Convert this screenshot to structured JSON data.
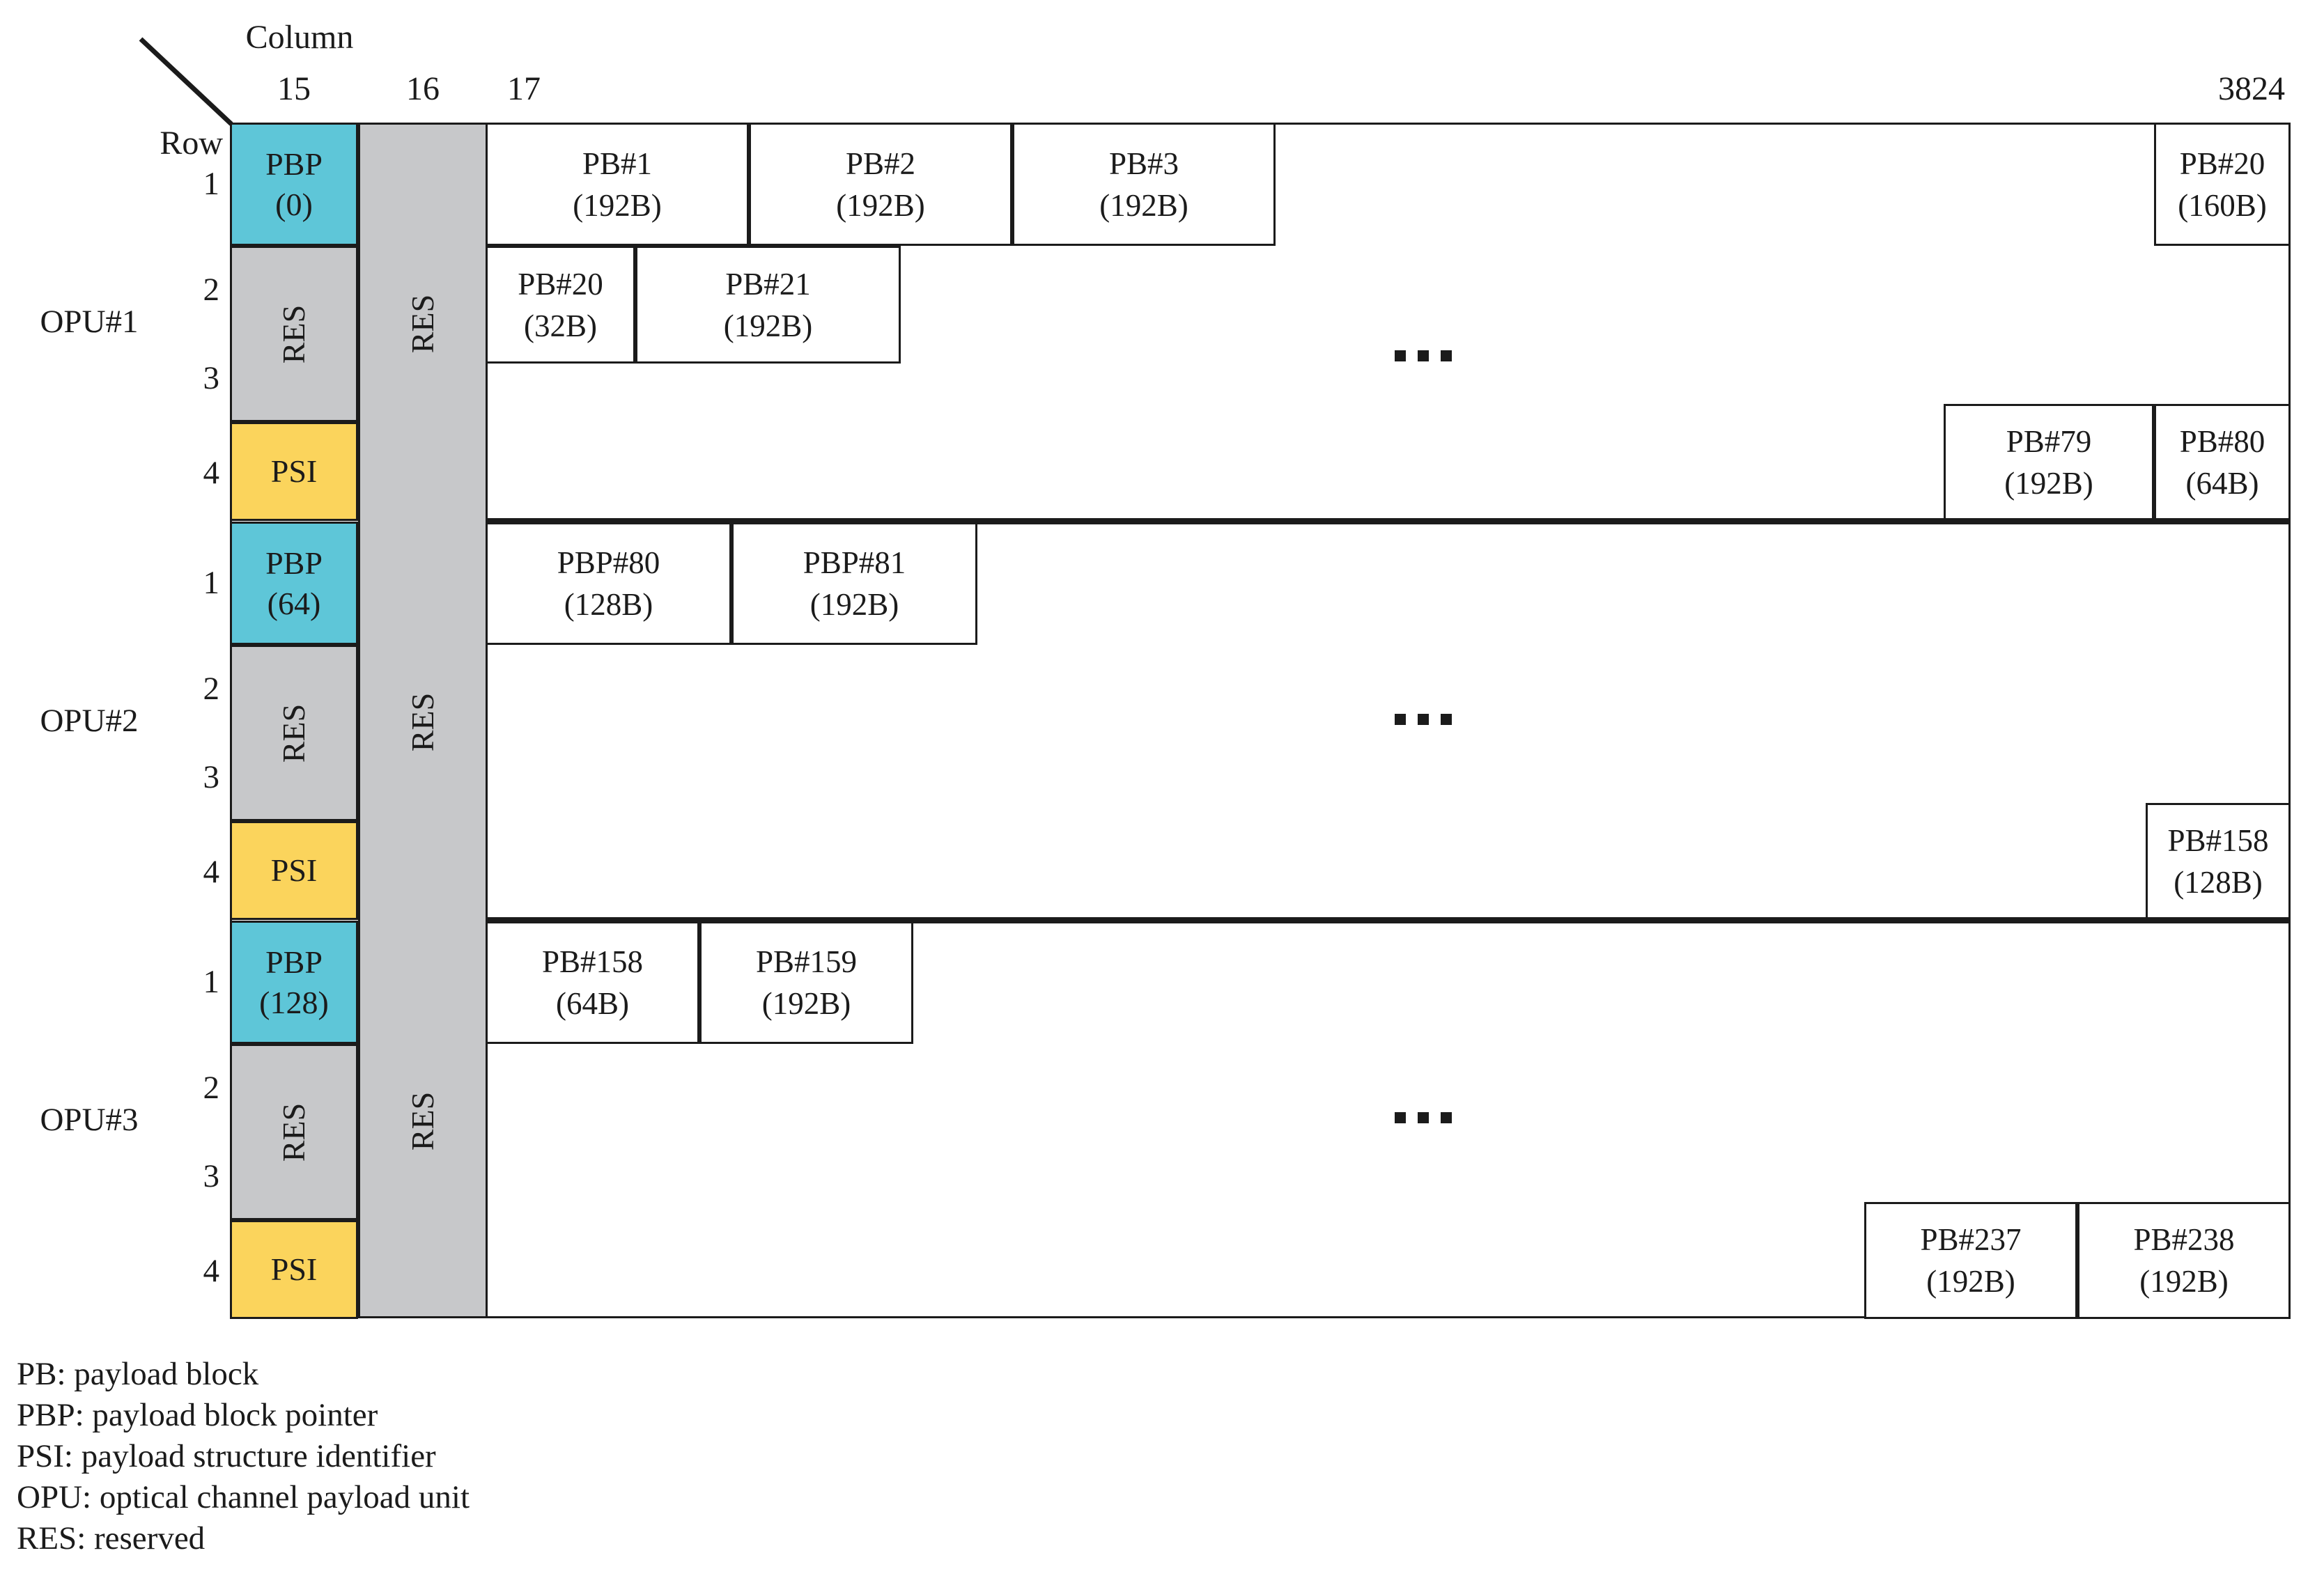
{
  "figure": {
    "column_axis_label": "Column",
    "row_axis_label": "Row",
    "column_ticks": {
      "c15": "15",
      "c16": "16",
      "c17": "17",
      "last": "3824"
    }
  },
  "colors": {
    "pbp": "#5EC6D8",
    "psi": "#FBD45C",
    "res": "#C7C8CA",
    "line": "#1B1B1B"
  },
  "sections": [
    {
      "opu_label": "OPU#1",
      "row_labels": [
        "1",
        "2",
        "3",
        "4"
      ],
      "pbp": {
        "title": "PBP",
        "value": "(0)"
      },
      "res_col15_label": "RES",
      "res_col16_label": "RES",
      "psi_label": "PSI",
      "row1_blocks": [
        {
          "name": "PB#1",
          "size": "(192B)"
        },
        {
          "name": "PB#2",
          "size": "(192B)"
        },
        {
          "name": "PB#3",
          "size": "(192B)"
        }
      ],
      "row1_tail_block": {
        "name": "PB#20",
        "size": "(160B)"
      },
      "row2_blocks": [
        {
          "name": "PB#20",
          "size": "(32B)"
        },
        {
          "name": "PB#21",
          "size": "(192B)"
        }
      ],
      "row4_tail_blocks": [
        {
          "name": "PB#79",
          "size": "(192B)"
        },
        {
          "name": "PB#80",
          "size": "(64B)"
        }
      ]
    },
    {
      "opu_label": "OPU#2",
      "row_labels": [
        "1",
        "2",
        "3",
        "4"
      ],
      "pbp": {
        "title": "PBP",
        "value": "(64)"
      },
      "res_col15_label": "RES",
      "res_col16_label": "RES",
      "psi_label": "PSI",
      "row1_blocks": [
        {
          "name": "PBP#80",
          "size": "(128B)"
        },
        {
          "name": "PBP#81",
          "size": "(192B)"
        }
      ],
      "row4_tail_blocks": [
        {
          "name": "PB#158",
          "size": "(128B)"
        }
      ]
    },
    {
      "opu_label": "OPU#3",
      "row_labels": [
        "1",
        "2",
        "3",
        "4"
      ],
      "pbp": {
        "title": "PBP",
        "value": "(128)"
      },
      "res_col15_label": "RES",
      "res_col16_label": "RES",
      "psi_label": "PSI",
      "row1_blocks": [
        {
          "name": "PB#158",
          "size": "(64B)"
        },
        {
          "name": "PB#159",
          "size": "(192B)"
        }
      ],
      "row4_tail_blocks": [
        {
          "name": "PB#237",
          "size": "(192B)"
        },
        {
          "name": "PB#238",
          "size": "(192B)"
        }
      ]
    }
  ],
  "legend": [
    "PB: payload block",
    "PBP: payload block pointer",
    "PSI: payload structure identifier",
    "OPU: optical channel payload unit",
    "RES: reserved"
  ]
}
